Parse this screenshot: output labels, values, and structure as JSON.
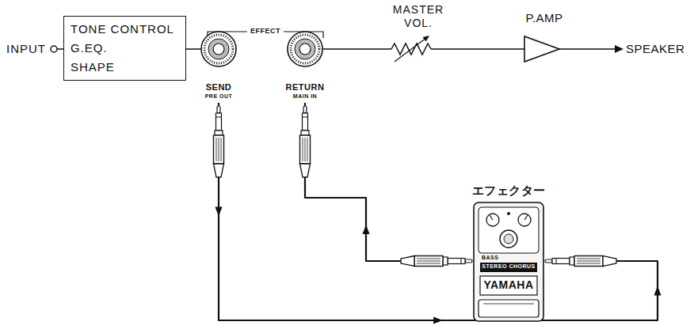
{
  "diagram": {
    "nodes": [
      {
        "text": [
          "TONE CONTROL",
          "G.EQ.",
          "SHAPE"
        ]
      },
      {
        "text": [
          "SEND",
          "PRE OUT"
        ]
      },
      {
        "text": [
          "RETURN",
          "MAIN IN"
        ]
      },
      {
        "text": [
          "MASTER VOL."
        ]
      },
      {
        "text": [
          "P.AMP"
        ]
      },
      {
        "text": [
          "エフェクター",
          "BASS",
          "STEREO CHORUS",
          "YAMAHA"
        ]
      }
    ],
    "edges": [
      {
        "from": 0,
        "to": 1,
        "arrow": "none"
      },
      {
        "from": 2,
        "to": 3,
        "arrow": "none"
      },
      {
        "from": 3,
        "to": 4,
        "arrow": "none"
      },
      {
        "from": 1,
        "to": 5,
        "arrow": "to"
      },
      {
        "from": 5,
        "to": 2,
        "arrow": "to"
      }
    ],
    "labels": [
      "INPUT",
      "EFFECT",
      "SPEAKER"
    ]
  }
}
